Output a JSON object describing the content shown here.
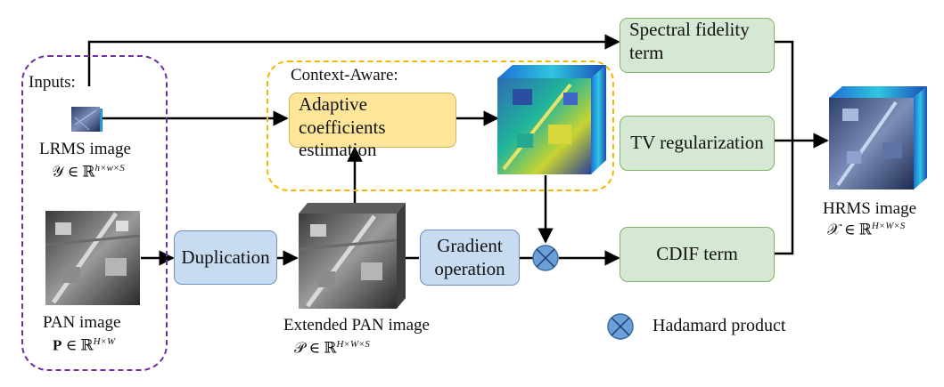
{
  "groups": {
    "inputs_label": "Inputs:",
    "context_label": "Context-Aware:"
  },
  "inputs": {
    "lrms_label": "LRMS image",
    "lrms_math": {
      "sym": "𝒴",
      "rel": "∈ ℝ",
      "sup": "h×w×S"
    },
    "pan_label": "PAN image",
    "pan_math": {
      "sym": "P",
      "rel": "∈ ℝ",
      "sup": "H×W"
    }
  },
  "blocks": {
    "duplication": "Duplication",
    "extended_label": "Extended PAN image",
    "extended_math": {
      "sym": "𝒫",
      "rel": "∈ ℝ",
      "sup": "H×W×S"
    },
    "gradient": [
      "Gradient",
      "operation"
    ],
    "adaptive": [
      "Adaptive coefficients",
      "estimation"
    ],
    "spectral": [
      "Spectral fidelity",
      "term"
    ],
    "tv": "TV regularization",
    "cdif": "CDIF term"
  },
  "output": {
    "hrms_label": "HRMS image",
    "hrms_math": {
      "sym": "𝒳",
      "rel": "∈ ℝ",
      "sup": "H×W×S"
    }
  },
  "legend": {
    "hadamard_label": "Hadamard product"
  },
  "colors": {
    "green_fill": "#d5e8d4",
    "blue_fill": "#c7dcf0",
    "yellow_fill": "#fde59a",
    "inputs_border": "#7030a0",
    "context_border": "#f5b800",
    "hadamard_fill": "#6a9fd8"
  },
  "icons": {
    "hadamard": "circle-times-icon"
  }
}
